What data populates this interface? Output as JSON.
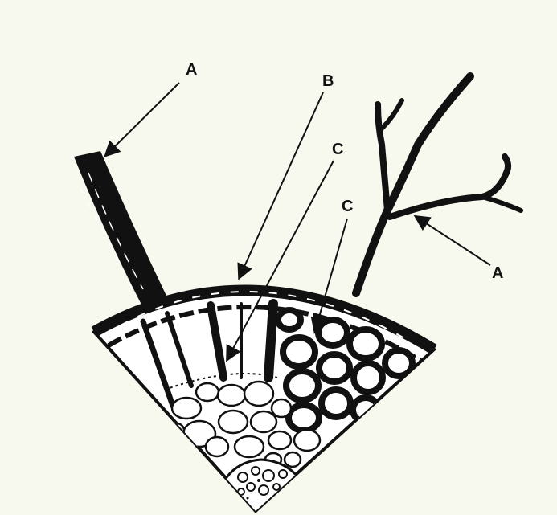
{
  "labels": {
    "a_top_left": "A",
    "b": "B",
    "c_left": "C",
    "c_right": "C",
    "a_right": "A"
  },
  "colors": {
    "background": "#f7f9ef",
    "ink": "#111111",
    "paper": "#ffffff"
  }
}
